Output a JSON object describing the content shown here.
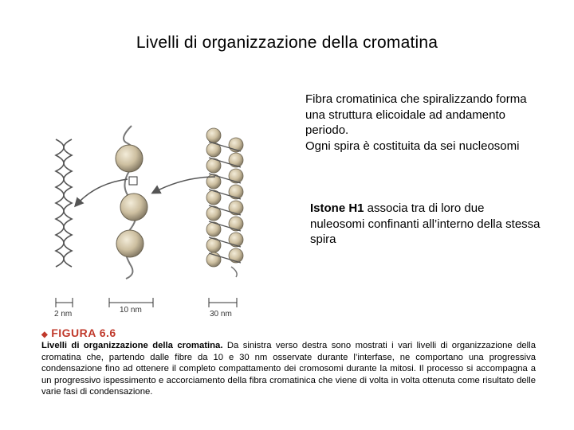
{
  "title": "Livelli di organizzazione della cromatina",
  "description": {
    "line1": "Fibra cromatinica che spiralizzando forma una struttura elicoidale ad andamento periodo.",
    "line2": "Ogni spira è costituita da sei nucleosomi"
  },
  "histone_note": {
    "bold": "Istone H1",
    "rest": " associa tra di loro due nuleosomi confinanti all’interno della stessa spira"
  },
  "figure": {
    "scale_labels": [
      "2 nm",
      "10 nm",
      "30 nm"
    ],
    "label": "FIGURA 6.6",
    "caption_bold": "Livelli di organizzazione della cromatina.",
    "caption_text": " Da sinistra verso destra sono mostrati i vari livelli di organizzazione della cromatina che, partendo dalle fibre da 10 e 30 nm osservate durante l’interfase, ne comportano una progressiva condensazione fino ad ottenere il completo compattamento dei cromosomi durante la mitosi. Il processo si accompagna a un progressivo ispessimento e accorciamento della fibra cromatinica che viene di volta in volta ottenuta come risultato delle varie fasi di condensazione."
  },
  "colors": {
    "figure_label": "#c0392b",
    "nucleosome_fill": "#cdbfa0",
    "dna_stroke": "#555555"
  }
}
